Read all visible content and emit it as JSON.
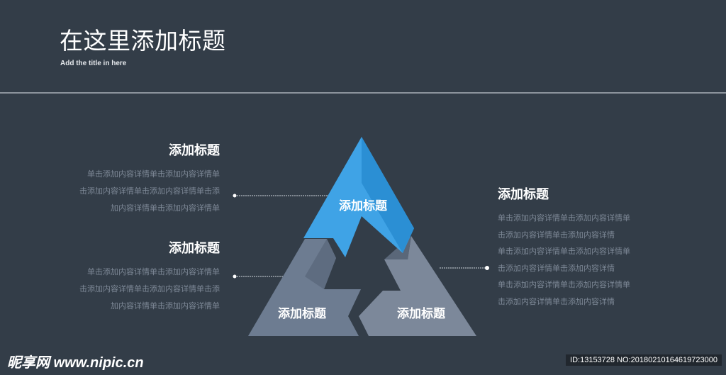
{
  "header": {
    "title": "在这里添加标题",
    "subtitle": "Add the title in here"
  },
  "diagram": {
    "top_label": "添加标题",
    "bottom_left_label": "添加标题",
    "bottom_right_label": "添加标题",
    "colors": {
      "top": "#3fa3e6",
      "left": "#6d7c91",
      "right": "#7c889a"
    }
  },
  "callouts": {
    "left1": {
      "heading": "添加标题",
      "lines": [
        "单击添加内容详情单击添加内容详情单",
        "击添加内容详情单击添加内容详情单击添",
        "加内容详情单击添加内容详情单"
      ]
    },
    "left2": {
      "heading": "添加标题",
      "lines": [
        "单击添加内容详情单击添加内容详情单",
        "击添加内容详情单击添加内容详情单击添",
        "加内容详情单击添加内容详情单"
      ]
    },
    "right1": {
      "heading": "添加标题",
      "lines": [
        "单击添加内容详情单击添加内容详情单",
        "击添加内容详情单击添加内容详情",
        "单击添加内容详情单击添加内容详情单",
        "击添加内容详情单击添加内容详情",
        "单击添加内容详情单击添加内容详情单",
        "击添加内容详情单击添加内容详情"
      ]
    }
  },
  "footer": {
    "watermark": "昵享网 www.nipic.cn",
    "id_text": "ID:13153728 NO:20180210164619723000"
  }
}
